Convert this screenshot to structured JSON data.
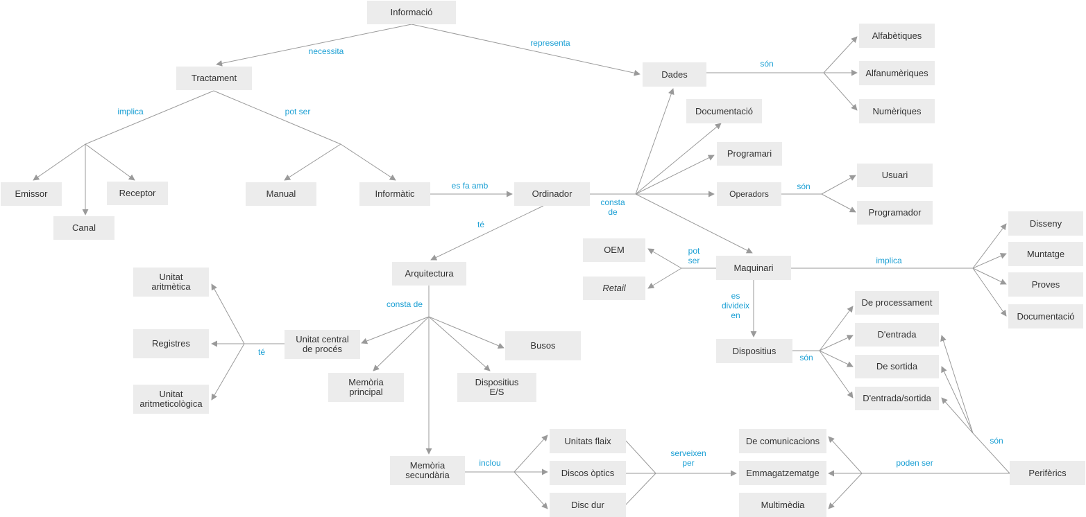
{
  "nodes": {
    "informacio": "Informació",
    "tractament": "Tractament",
    "dades": "Dades",
    "alfabetiques": "Alfabètiques",
    "alfanumeriques": "Alfanumèriques",
    "numeriques": "Numèriques",
    "documentacio_top": "Documentació",
    "programari": "Programari",
    "operadors": "Operadors",
    "usuari": "Usuari",
    "programador": "Programador",
    "emissor": "Emissor",
    "canal": "Canal",
    "receptor": "Receptor",
    "manual": "Manual",
    "informatic": "Informàtic",
    "ordinador": "Ordinador",
    "arquitectura": "Arquitectura",
    "unitat_aritmetica": "Unitat\naritmètica",
    "registres": "Registres",
    "unitat_aritmeticologica": "Unitat\naritmeticològica",
    "unitat_central": "Unitat central\nde procés",
    "memoria_principal": "Memòria\nprincipal",
    "busos": "Busos",
    "dispositius_es": "Dispositius\nE/S",
    "memoria_secundaria": "Memòria\nsecundària",
    "unitats_flaix": "Unitats flaix",
    "discos_optics": "Discos òptics",
    "disc_dur": "Disc dur",
    "oem": "OEM",
    "retail": "Retail",
    "maquinari": "Maquinari",
    "dispositius": "Dispositius",
    "de_processament": "De processament",
    "d_entrada": "D'entrada",
    "de_sortida": "De sortida",
    "d_entrada_sortida": "D'entrada/sortida",
    "disseny": "Disseny",
    "muntatge": "Muntatge",
    "proves": "Proves",
    "documentacio_right": "Documentació",
    "de_comunicacions": "De comunicacions",
    "emmagatzematge": "Emmagatzematge",
    "multimedia": "Multimèdia",
    "periferics": "Perifèrics"
  },
  "labels": {
    "necessita": "necessita",
    "representa": "representa",
    "son_dades": "són",
    "implica_tractament": "implica",
    "pot_ser_tractament": "pot ser",
    "es_fa_amb": "es fa amb",
    "consta_de_ordinador": "consta\nde",
    "son_operadors": "són",
    "te_ordinador": "té",
    "consta_de_arquitectura": "consta de",
    "te_ucp": "té",
    "pot_ser_maquinari": "pot\nser",
    "implica_maquinari": "implica",
    "es_divideix_en": "es\ndivideix\nen",
    "son_dispositius": "són",
    "inclou": "inclou",
    "serveixen_per": "serveixen\nper",
    "poden_ser": "poden ser",
    "son_periferics": "són"
  },
  "colors": {
    "node_fill": "#ececec",
    "node_text": "#333333",
    "label_text": "#1a9fd4",
    "connector": "#9a9a9a"
  }
}
